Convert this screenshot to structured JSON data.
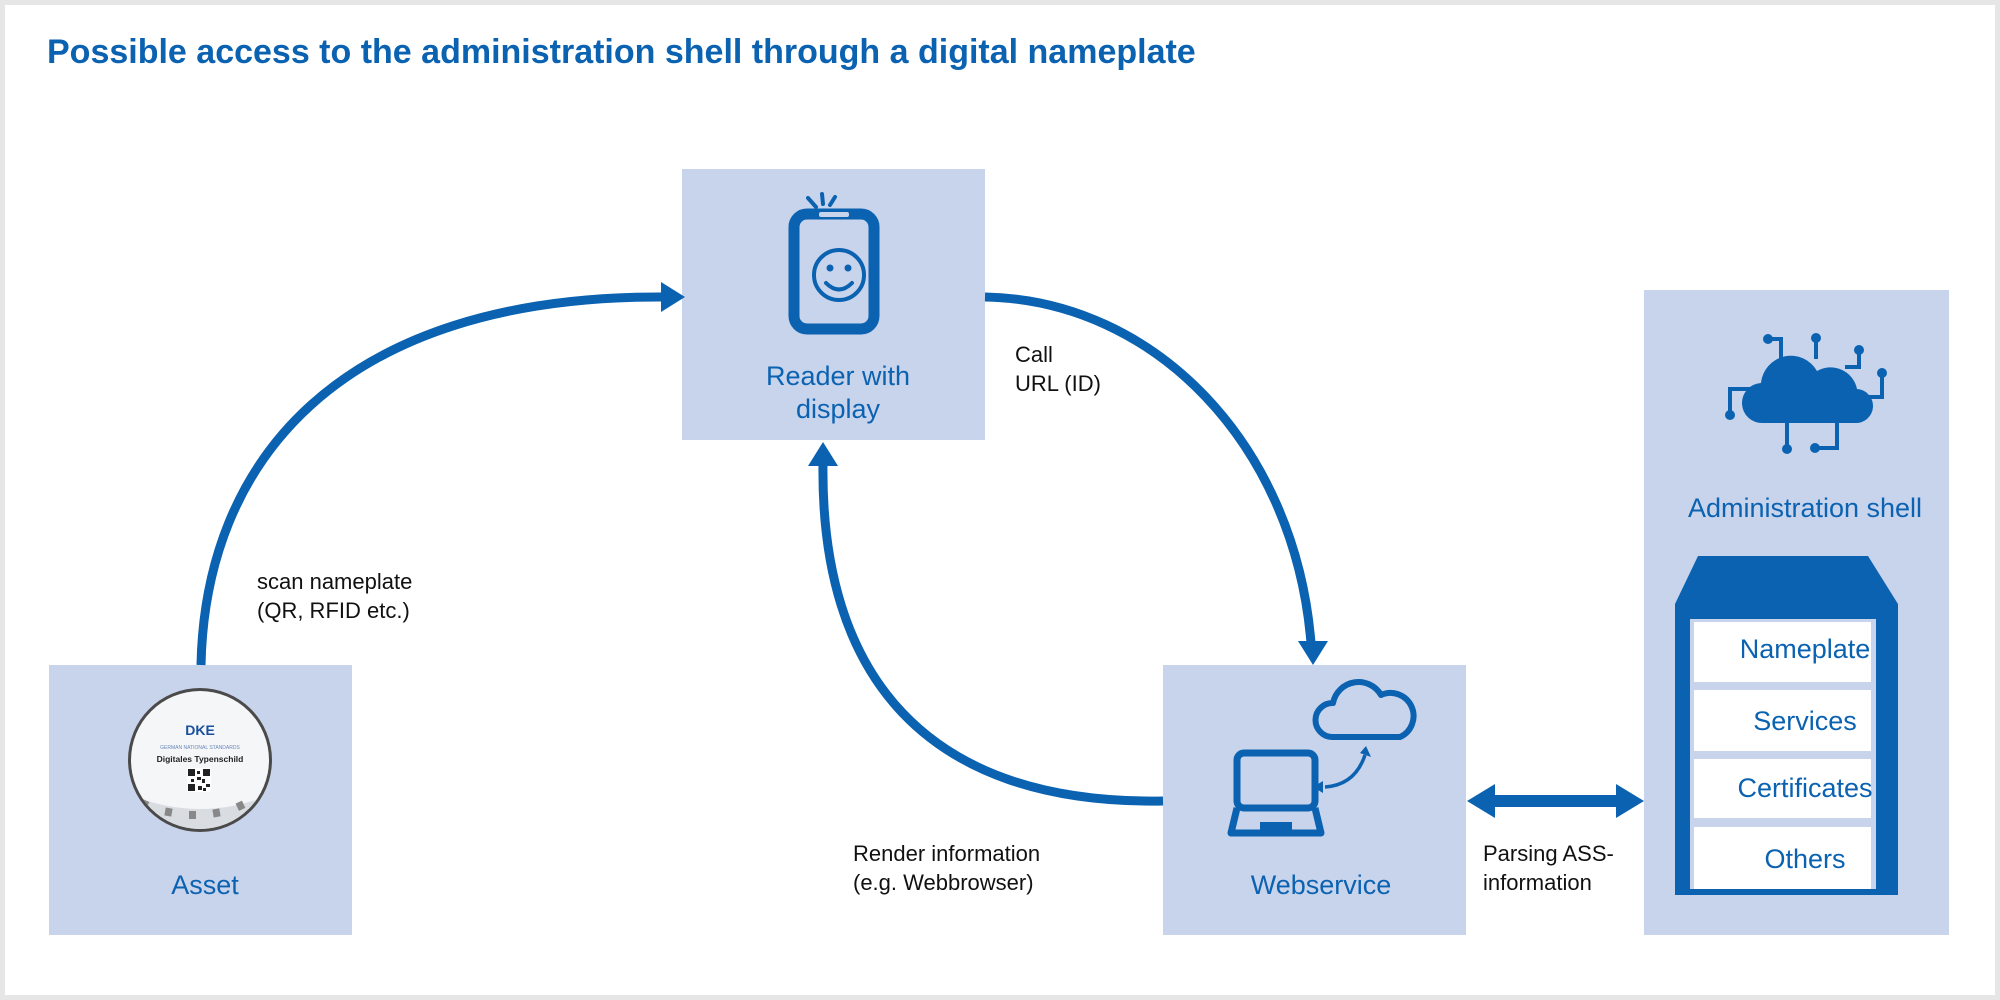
{
  "title": "Possible access to the administration shell through a digital nameplate",
  "colors": {
    "accent": "#0a62b1",
    "box": "#c8d3ec",
    "frame": "#e6e6e6"
  },
  "nodes": {
    "asset": {
      "label": "Asset",
      "icon": "digital-nameplate-tag-photo",
      "tag_brand": "DKE",
      "tag_subtitle": "GERMAN NATIONAL STANDARDS",
      "tag_text": "Digitales Typenschild"
    },
    "reader": {
      "label_line1": "Reader with",
      "label_line2": "display",
      "icon": "smartphone-smiley-icon"
    },
    "webservice": {
      "label": "Webservice",
      "icon": "laptop-cloud-icon"
    },
    "admin_shell": {
      "label": "Administration shell",
      "icon": "cloud-circuit-icon",
      "sections": [
        "Nameplate",
        "Services",
        "Certificates",
        "Others"
      ]
    }
  },
  "edges": {
    "scan": {
      "line1": "scan nameplate",
      "line2": "(QR, RFID etc.)"
    },
    "call": {
      "line1": "Call",
      "line2": "URL (ID)"
    },
    "render": {
      "line1": "Render information",
      "line2": "(e.g. Webbrowser)"
    },
    "parsing": {
      "line1": "Parsing ASS-",
      "line2": "information"
    }
  }
}
